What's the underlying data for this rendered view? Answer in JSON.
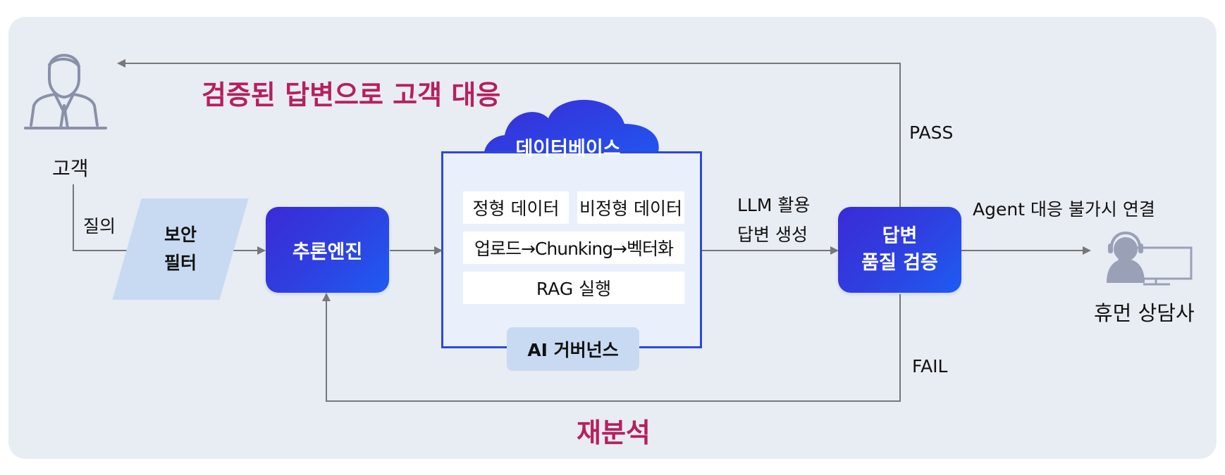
{
  "title": "검증된 답변으로 고객 대응",
  "retry_label": "재분석",
  "customer": {
    "label": "고객",
    "query_label": "질의"
  },
  "security_filter": {
    "line1": "보안",
    "line2": "필터"
  },
  "inference_engine": {
    "label": "추론엔진"
  },
  "database": {
    "label": "데이터베이스",
    "items": [
      "정형 데이터",
      "비정형 데이터",
      "업로드→Chunking→벡터화",
      "RAG 실행"
    ],
    "governance": "AI 거버넌스"
  },
  "llm_step": {
    "line1": "LLM 활용",
    "line2": "답변 생성"
  },
  "quality_check": {
    "line1": "답변",
    "line2": "품질 검증"
  },
  "pass_label": "PASS",
  "fail_label": "FAIL",
  "escalation_label": "Agent 대응 불가시 연결",
  "human_agent": {
    "label": "휴먼 상담사"
  },
  "colors": {
    "panel": "#e8ecf3",
    "accent_text": "#b5205f",
    "engine_gradient_start": "#3a2bd6",
    "engine_gradient_end": "#1e5cf2",
    "light_blue": "#c8daf2",
    "line": "#777777"
  },
  "icons": [
    "customer-person-icon",
    "cloud-icon",
    "human-agent-headset-icon"
  ]
}
